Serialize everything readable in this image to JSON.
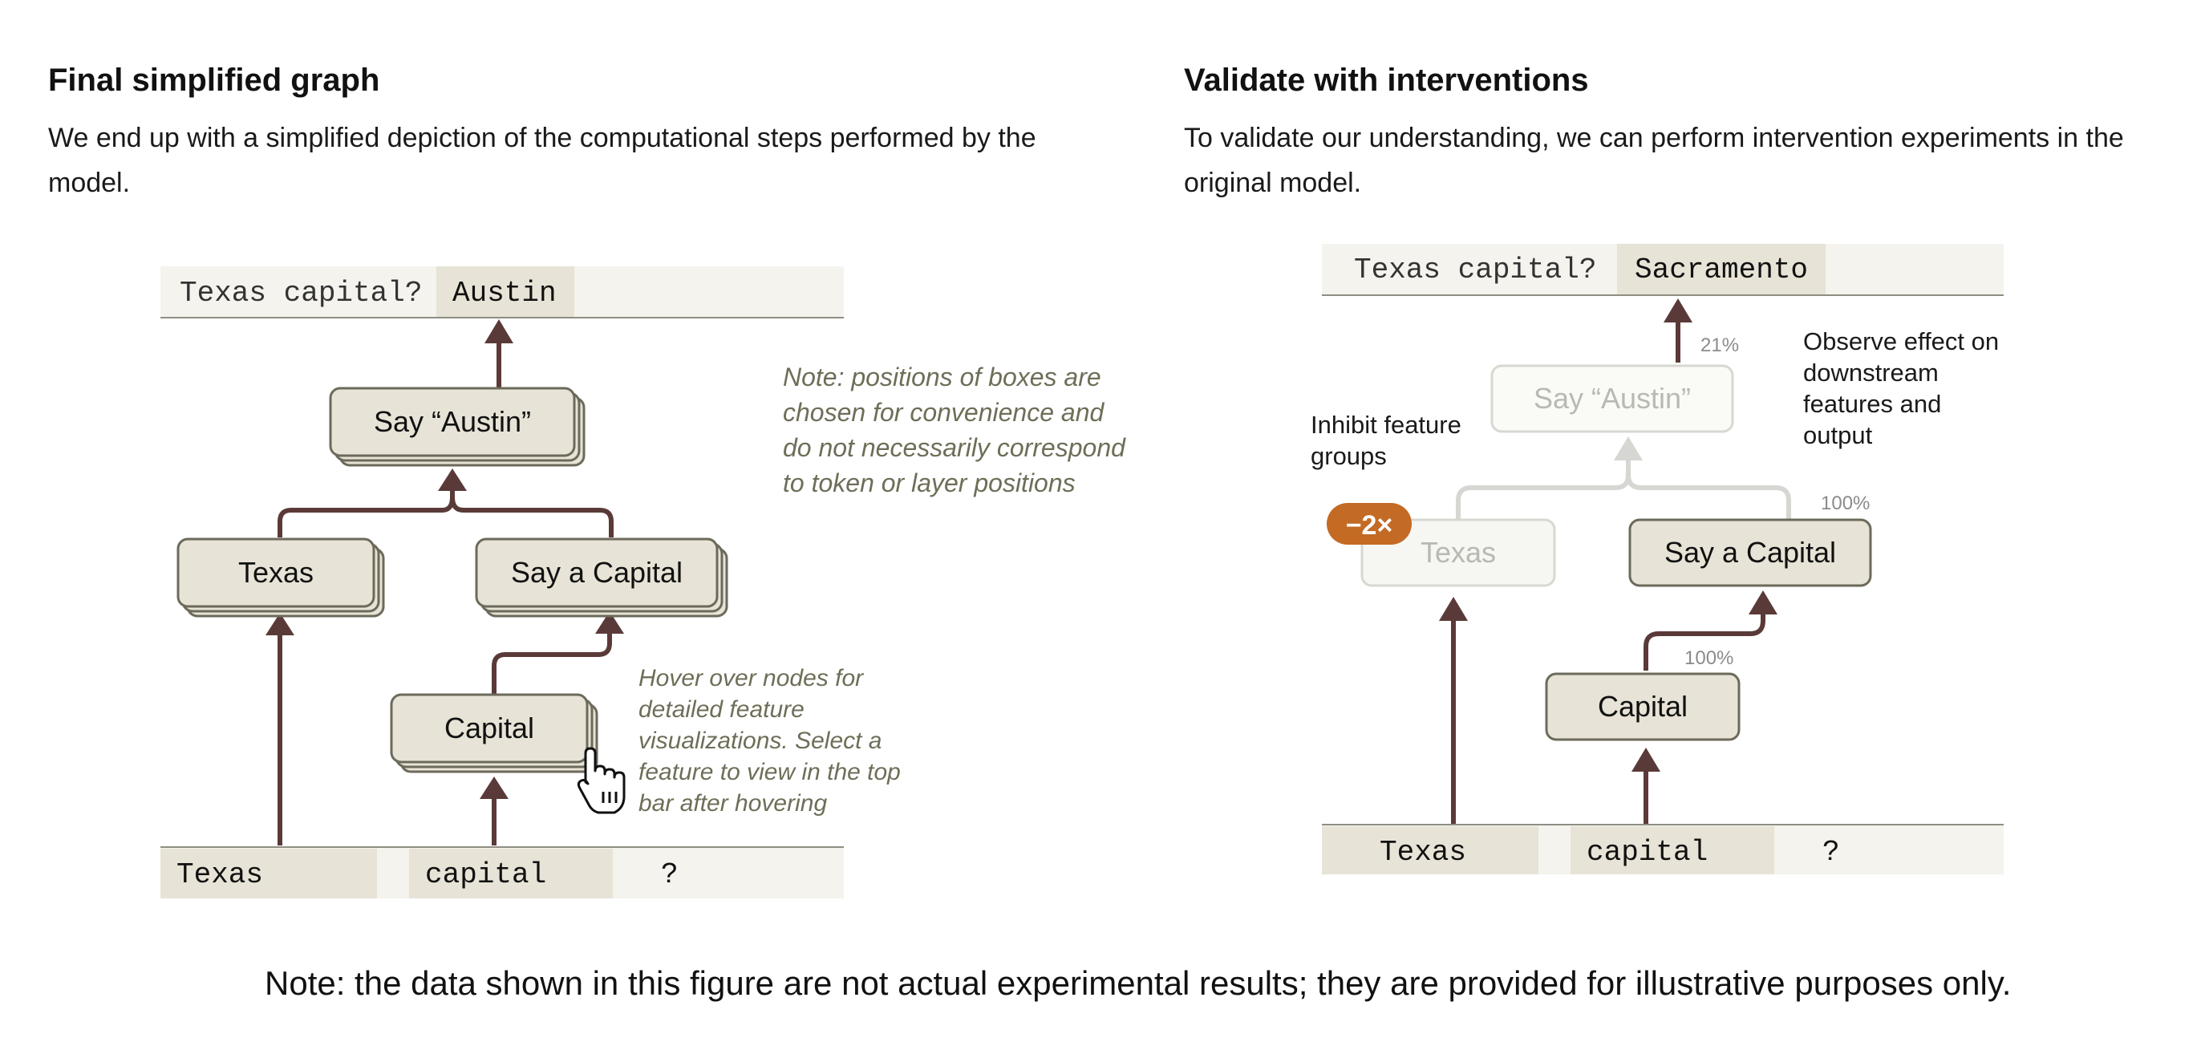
{
  "left_panel": {
    "title": "Final simplified graph",
    "description": "We end up with a simplified depiction of the computational steps performed by the model.",
    "prompt_text": "Texas capital?",
    "output_token": "Austin",
    "nodes": {
      "say_austin": "Say “Austin”",
      "texas": "Texas",
      "say_capital": "Say a Capital",
      "capital": "Capital"
    },
    "input_tokens": [
      "Texas",
      "capital",
      "?"
    ],
    "note_positions": "Note: positions of boxes are chosen for convenience and do not necessarily correspond to token or layer positions",
    "note_hover": "Hover over nodes for detailed feature visualizations. Select a feature to view in the top bar after hovering"
  },
  "right_panel": {
    "title": "Validate with interventions",
    "description": "To validate our understanding, we can perform intervention experiments in the original model.",
    "prompt_text": "Texas capital?",
    "output_token": "Sacramento",
    "nodes": {
      "say_austin": "Say “Austin”",
      "texas": "Texas",
      "say_capital": "Say a Capital",
      "capital": "Capital"
    },
    "input_tokens": [
      "Texas",
      "capital",
      "?"
    ],
    "intervention_badge": "−2×",
    "inhibit_label": "Inhibit feature groups",
    "observe_label": "Observe effect on downstream features and output",
    "pct_output": "21%",
    "pct_say_capital": "100%",
    "pct_capital": "100%"
  },
  "footer_note": "Note: the data shown in this figure are not actual experimental results; they are provided for illustrative purposes only.",
  "colors": {
    "arrow": "#5a3a38",
    "node_fill": "#e7e3d6",
    "node_border": "#6c6a5b",
    "token_fill": "#e7e3d6",
    "token_bg": "#f4f3ee",
    "faded_border": "#d8d8d2",
    "faded_text": "#b9b9b2",
    "badge": "#c36a24",
    "italic_note": "#6e6e58",
    "pct_text": "#8b8b8b"
  },
  "icons": {
    "cursor": "hand-pointer-icon"
  }
}
